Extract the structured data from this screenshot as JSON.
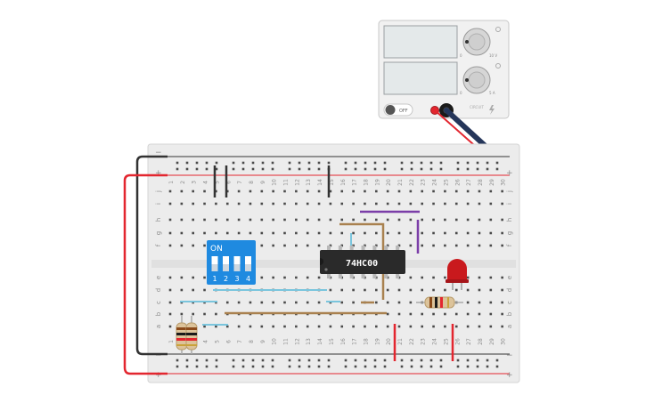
{
  "power_supply": {
    "voltage_scale_max": "10 V",
    "current_scale_max": "5 A",
    "scale_min_voltage": "0",
    "scale_min_current": "0",
    "switch_label": "OFF",
    "brand_label": "CIRCUIT",
    "colors": {
      "body": "#f1f1f1",
      "display": "#e4e9ea",
      "positive": "#e3262f",
      "negative": "#222222"
    }
  },
  "breadboard": {
    "columns": [
      "1",
      "2",
      "3",
      "4",
      "5",
      "6",
      "7",
      "8",
      "9",
      "10",
      "11",
      "12",
      "13",
      "14",
      "15",
      "16",
      "17",
      "18",
      "19",
      "20",
      "21",
      "22",
      "23",
      "24",
      "25",
      "26",
      "27",
      "28",
      "29",
      "30"
    ],
    "rows_top": [
      "j",
      "i",
      "h",
      "g",
      "f"
    ],
    "rows_bottom": [
      "e",
      "d",
      "c",
      "b",
      "a"
    ],
    "rail_plus": "+",
    "rail_minus": "−",
    "colors": {
      "board": "#ececec",
      "hole": "#4a4a4a",
      "rail_red": "#e3262f",
      "rail_black": "#333333"
    }
  },
  "dip_switch": {
    "state_label": "ON",
    "positions": [
      "1",
      "2",
      "3",
      "4"
    ],
    "color": "#1f8ae0"
  },
  "ic": {
    "label": "74HC00",
    "color": "#2a2a2a"
  },
  "led": {
    "color": "#c9191d"
  },
  "wire_colors": {
    "red": "#e3262f",
    "black": "#333333",
    "blue": "#7ac5dd",
    "brown": "#a9814f",
    "purple": "#7b3ea8"
  }
}
